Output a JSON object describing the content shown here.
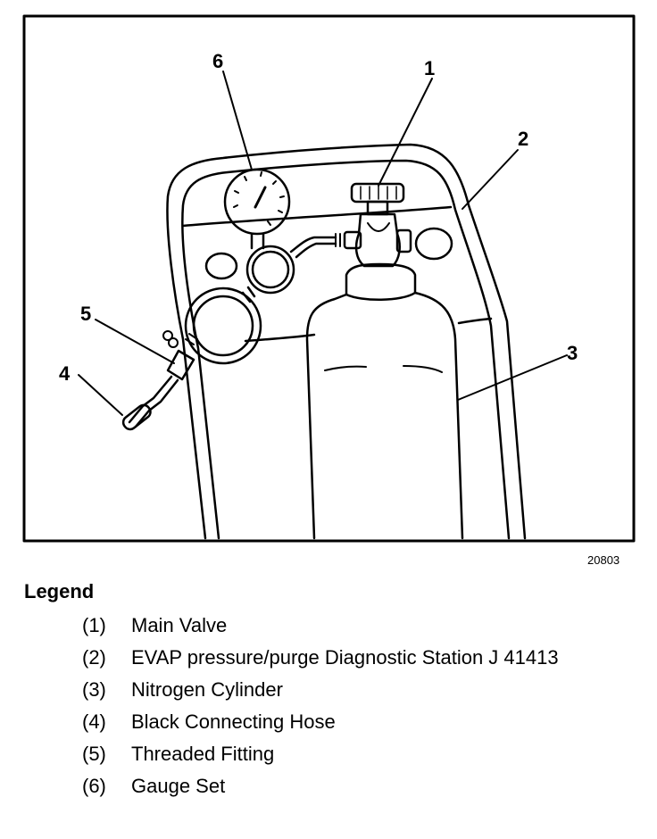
{
  "figure": {
    "number": "20803",
    "callouts": [
      "1",
      "2",
      "3",
      "4",
      "5",
      "6"
    ]
  },
  "legend": {
    "title": "Legend",
    "items": [
      {
        "num": "(1)",
        "label": "Main Valve"
      },
      {
        "num": "(2)",
        "label": "EVAP pressure/purge Diagnostic Station J 41413"
      },
      {
        "num": "(3)",
        "label": "Nitrogen Cylinder"
      },
      {
        "num": "(4)",
        "label": "Black Connecting Hose"
      },
      {
        "num": "(5)",
        "label": "Threaded Fitting"
      },
      {
        "num": "(6)",
        "label": "Gauge Set"
      }
    ]
  }
}
